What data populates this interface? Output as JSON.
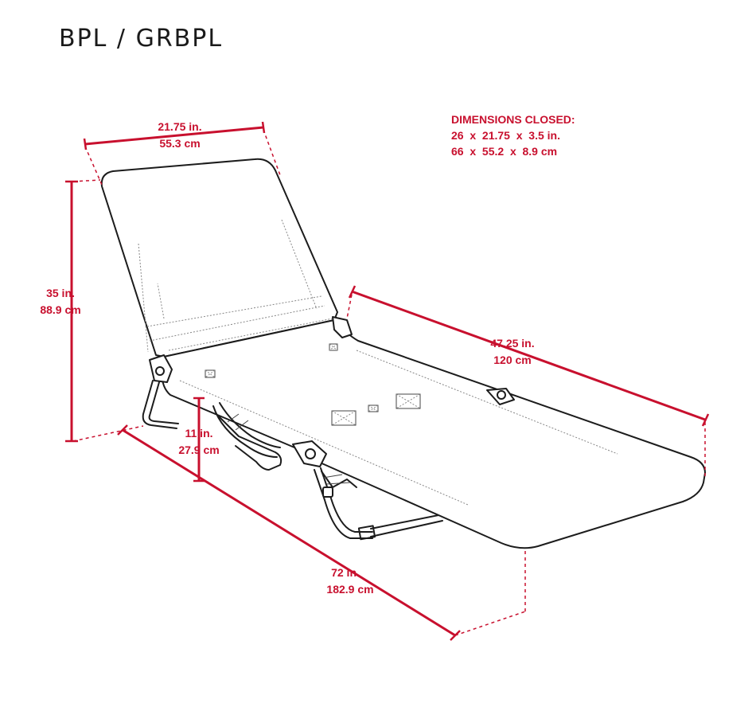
{
  "header": {
    "title": "BPL / GRBPL"
  },
  "closed_dimensions": {
    "heading": "DIMENSIONS CLOSED:",
    "imperial": "26  x  21.75  x  3.5 in.",
    "metric": "66  x  55.2  x  8.9 cm"
  },
  "dimensions": {
    "width": {
      "imperial": "21.75 in.",
      "metric": "55.3 cm"
    },
    "back_height": {
      "imperial": "35 in.",
      "metric": "88.9 cm"
    },
    "seat_height": {
      "imperial": "11 in.",
      "metric": "27.9 cm"
    },
    "seat_length": {
      "imperial": "47.25 in.",
      "metric": "120 cm"
    },
    "total_length": {
      "imperial": "72 in.",
      "metric": "182.9 cm"
    }
  },
  "colors": {
    "dimension": "#c8102e",
    "ink": "#1c1c1c",
    "title": "#1a1a1a"
  }
}
